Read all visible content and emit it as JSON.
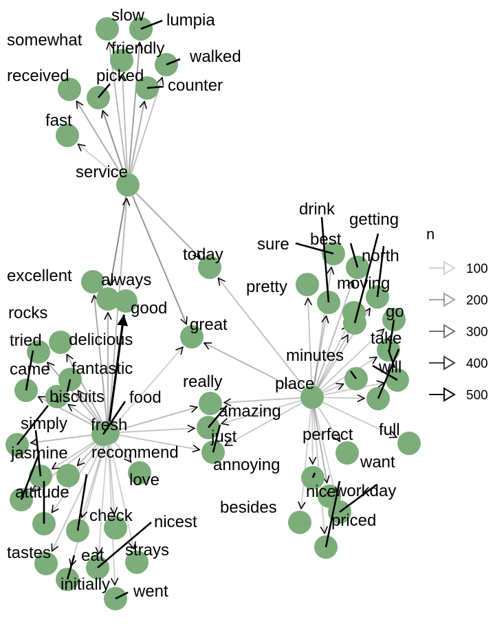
{
  "legend": {
    "title": "n",
    "items": [
      {
        "label": "100",
        "value": 100
      },
      {
        "label": "200",
        "value": 200
      },
      {
        "label": "300",
        "value": 300
      },
      {
        "label": "400",
        "value": 400
      },
      {
        "label": "500",
        "value": 500
      }
    ]
  },
  "colors": {
    "node": "#7cad7a",
    "edge": "#000000",
    "label": "#000000",
    "background": "#ffffff"
  },
  "nodes": [
    {
      "id": "service",
      "label": "service"
    },
    {
      "id": "slow",
      "label": "slow"
    },
    {
      "id": "lumpia",
      "label": "lumpia"
    },
    {
      "id": "somewhat",
      "label": "somewhat"
    },
    {
      "id": "friendly",
      "label": "friendly"
    },
    {
      "id": "walked",
      "label": "walked"
    },
    {
      "id": "received",
      "label": "received"
    },
    {
      "id": "picked",
      "label": "picked"
    },
    {
      "id": "counter",
      "label": "counter"
    },
    {
      "id": "fast",
      "label": "fast"
    },
    {
      "id": "today",
      "label": "today"
    },
    {
      "id": "excellent",
      "label": "excellent"
    },
    {
      "id": "always",
      "label": "always"
    },
    {
      "id": "good",
      "label": "good"
    },
    {
      "id": "great",
      "label": "great"
    },
    {
      "id": "rocks",
      "label": "rocks"
    },
    {
      "id": "tried",
      "label": "tried"
    },
    {
      "id": "delicious",
      "label": "delicious"
    },
    {
      "id": "came",
      "label": "came"
    },
    {
      "id": "fantastic",
      "label": "fantastic"
    },
    {
      "id": "biscuits",
      "label": "biscuits"
    },
    {
      "id": "food",
      "label": "food"
    },
    {
      "id": "simply",
      "label": "simply"
    },
    {
      "id": "fresh",
      "label": "fresh"
    },
    {
      "id": "jasmine",
      "label": "jasmine"
    },
    {
      "id": "recommend",
      "label": "recommend"
    },
    {
      "id": "love",
      "label": "love"
    },
    {
      "id": "attitude",
      "label": "attitude"
    },
    {
      "id": "check",
      "label": "check"
    },
    {
      "id": "nicest",
      "label": "nicest"
    },
    {
      "id": "tastes",
      "label": "tastes"
    },
    {
      "id": "eat",
      "label": "eat"
    },
    {
      "id": "strays",
      "label": "strays"
    },
    {
      "id": "initially",
      "label": "initially"
    },
    {
      "id": "went",
      "label": "went"
    },
    {
      "id": "really",
      "label": "really"
    },
    {
      "id": "amazing",
      "label": "amazing"
    },
    {
      "id": "just",
      "label": "just"
    },
    {
      "id": "place",
      "label": "place"
    },
    {
      "id": "drink",
      "label": "drink"
    },
    {
      "id": "getting",
      "label": "getting"
    },
    {
      "id": "sure",
      "label": "sure"
    },
    {
      "id": "best",
      "label": "best"
    },
    {
      "id": "north",
      "label": "north"
    },
    {
      "id": "pretty",
      "label": "pretty"
    },
    {
      "id": "moving",
      "label": "moving"
    },
    {
      "id": "go",
      "label": "go"
    },
    {
      "id": "take",
      "label": "take"
    },
    {
      "id": "minutes",
      "label": "minutes"
    },
    {
      "id": "will",
      "label": "will"
    },
    {
      "id": "perfect",
      "label": "perfect"
    },
    {
      "id": "full",
      "label": "full"
    },
    {
      "id": "annoying",
      "label": "annoying"
    },
    {
      "id": "want",
      "label": "want"
    },
    {
      "id": "nice",
      "label": "nice"
    },
    {
      "id": "workday",
      "label": "workday"
    },
    {
      "id": "besides",
      "label": "besides"
    },
    {
      "id": "priced",
      "label": "priced"
    }
  ],
  "edges": [
    {
      "from": "fresh",
      "to": "good",
      "n": 520
    },
    {
      "from": "service",
      "to": "always",
      "n": 250
    },
    {
      "from": "service",
      "to": "picked",
      "n": 230
    },
    {
      "from": "service",
      "to": "counter",
      "n": 170
    },
    {
      "from": "service",
      "to": "received",
      "n": 170
    },
    {
      "from": "service",
      "to": "somewhat",
      "n": 150
    },
    {
      "from": "service",
      "to": "friendly",
      "n": 140
    },
    {
      "from": "service",
      "to": "walked",
      "n": 130
    },
    {
      "from": "service",
      "to": "slow",
      "n": 120
    },
    {
      "from": "service",
      "to": "lumpia",
      "n": 110
    },
    {
      "from": "service",
      "to": "fast",
      "n": 100
    },
    {
      "from": "service",
      "to": "great",
      "n": 220
    },
    {
      "from": "service",
      "to": "today",
      "n": 170
    },
    {
      "from": "fresh",
      "to": "service",
      "n": 150
    },
    {
      "from": "fresh",
      "to": "excellent",
      "n": 180
    },
    {
      "from": "fresh",
      "to": "always",
      "n": 160
    },
    {
      "from": "fresh",
      "to": "great",
      "n": 100
    },
    {
      "from": "fresh",
      "to": "really",
      "n": 140
    },
    {
      "from": "fresh",
      "to": "amazing",
      "n": 120
    },
    {
      "from": "fresh",
      "to": "just",
      "n": 120
    },
    {
      "from": "fresh",
      "to": "rocks",
      "n": 160
    },
    {
      "from": "fresh",
      "to": "tried",
      "n": 150
    },
    {
      "from": "fresh",
      "to": "delicious",
      "n": 160
    },
    {
      "from": "fresh",
      "to": "came",
      "n": 140
    },
    {
      "from": "fresh",
      "to": "fantastic",
      "n": 140
    },
    {
      "from": "fresh",
      "to": "biscuits",
      "n": 130
    },
    {
      "from": "fresh",
      "to": "food",
      "n": 130
    },
    {
      "from": "fresh",
      "to": "simply",
      "n": 120
    },
    {
      "from": "fresh",
      "to": "jasmine",
      "n": 120
    },
    {
      "from": "fresh",
      "to": "recommend",
      "n": 140
    },
    {
      "from": "fresh",
      "to": "love",
      "n": 110
    },
    {
      "from": "fresh",
      "to": "attitude",
      "n": 110
    },
    {
      "from": "fresh",
      "to": "check",
      "n": 110
    },
    {
      "from": "fresh",
      "to": "nicest",
      "n": 100
    },
    {
      "from": "fresh",
      "to": "tastes",
      "n": 120
    },
    {
      "from": "fresh",
      "to": "eat",
      "n": 110
    },
    {
      "from": "fresh",
      "to": "strays",
      "n": 100
    },
    {
      "from": "fresh",
      "to": "initially",
      "n": 110
    },
    {
      "from": "fresh",
      "to": "went",
      "n": 100
    },
    {
      "from": "place",
      "to": "great",
      "n": 150
    },
    {
      "from": "place",
      "to": "today",
      "n": 130
    },
    {
      "from": "place",
      "to": "really",
      "n": 130
    },
    {
      "from": "place",
      "to": "amazing",
      "n": 110
    },
    {
      "from": "place",
      "to": "just",
      "n": 110
    },
    {
      "from": "place",
      "to": "drink",
      "n": 130
    },
    {
      "from": "place",
      "to": "getting",
      "n": 120
    },
    {
      "from": "place",
      "to": "sure",
      "n": 130
    },
    {
      "from": "place",
      "to": "best",
      "n": 140
    },
    {
      "from": "place",
      "to": "north",
      "n": 120
    },
    {
      "from": "place",
      "to": "pretty",
      "n": 120
    },
    {
      "from": "place",
      "to": "moving",
      "n": 110
    },
    {
      "from": "place",
      "to": "go",
      "n": 110
    },
    {
      "from": "place",
      "to": "take",
      "n": 110
    },
    {
      "from": "place",
      "to": "minutes",
      "n": 120
    },
    {
      "from": "place",
      "to": "will",
      "n": 110
    },
    {
      "from": "place",
      "to": "perfect",
      "n": 110
    },
    {
      "from": "place",
      "to": "full",
      "n": 110
    },
    {
      "from": "place",
      "to": "annoying",
      "n": 110
    },
    {
      "from": "place",
      "to": "want",
      "n": 110
    },
    {
      "from": "place",
      "to": "nice",
      "n": 160
    },
    {
      "from": "place",
      "to": "workday",
      "n": 100
    },
    {
      "from": "place",
      "to": "besides",
      "n": 100
    },
    {
      "from": "place",
      "to": "priced",
      "n": 110
    }
  ]
}
